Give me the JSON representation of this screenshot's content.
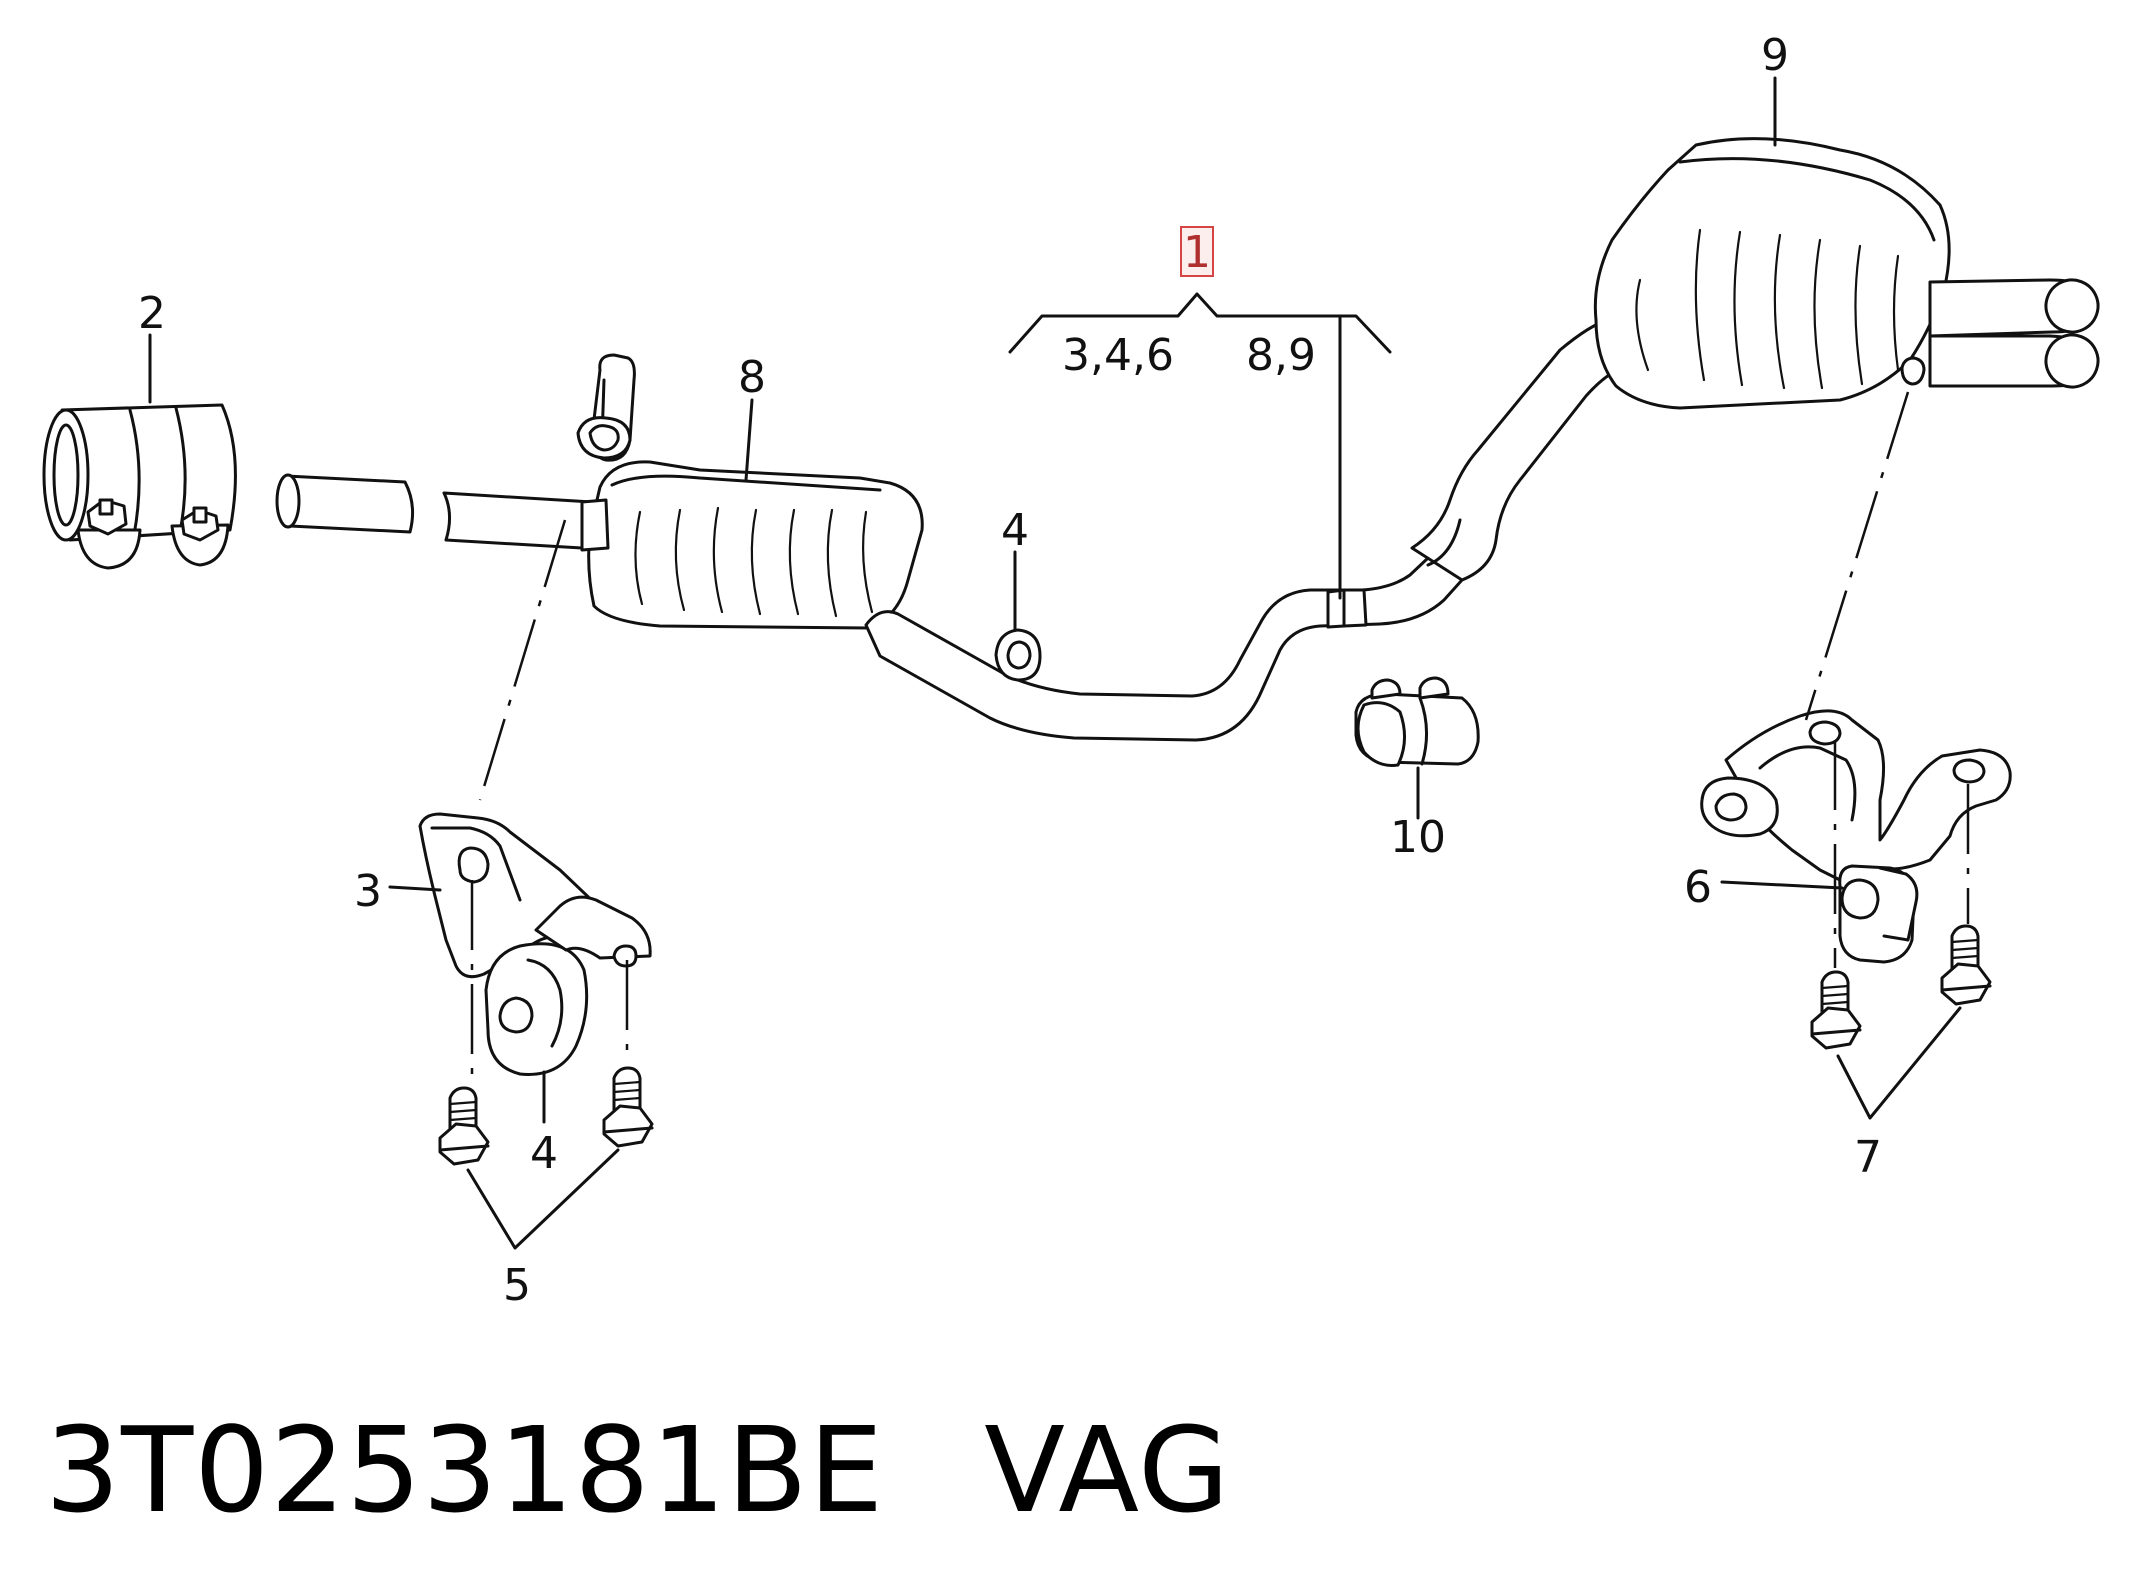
{
  "callouts": {
    "assembly": "1",
    "group_left": "3,4,6",
    "group_right": "8,9",
    "clamp_front": "2",
    "front_silencer": "8",
    "hanger_ring": "4",
    "rear_silencer": "9",
    "bracket_front": "3",
    "mount_front": "4",
    "bolts_front": "5",
    "clamp_mid": "10",
    "bracket_rear": "6",
    "bolts_rear": "7"
  },
  "footer": {
    "part_number": "3T0253181BE",
    "brand": "VAG"
  }
}
